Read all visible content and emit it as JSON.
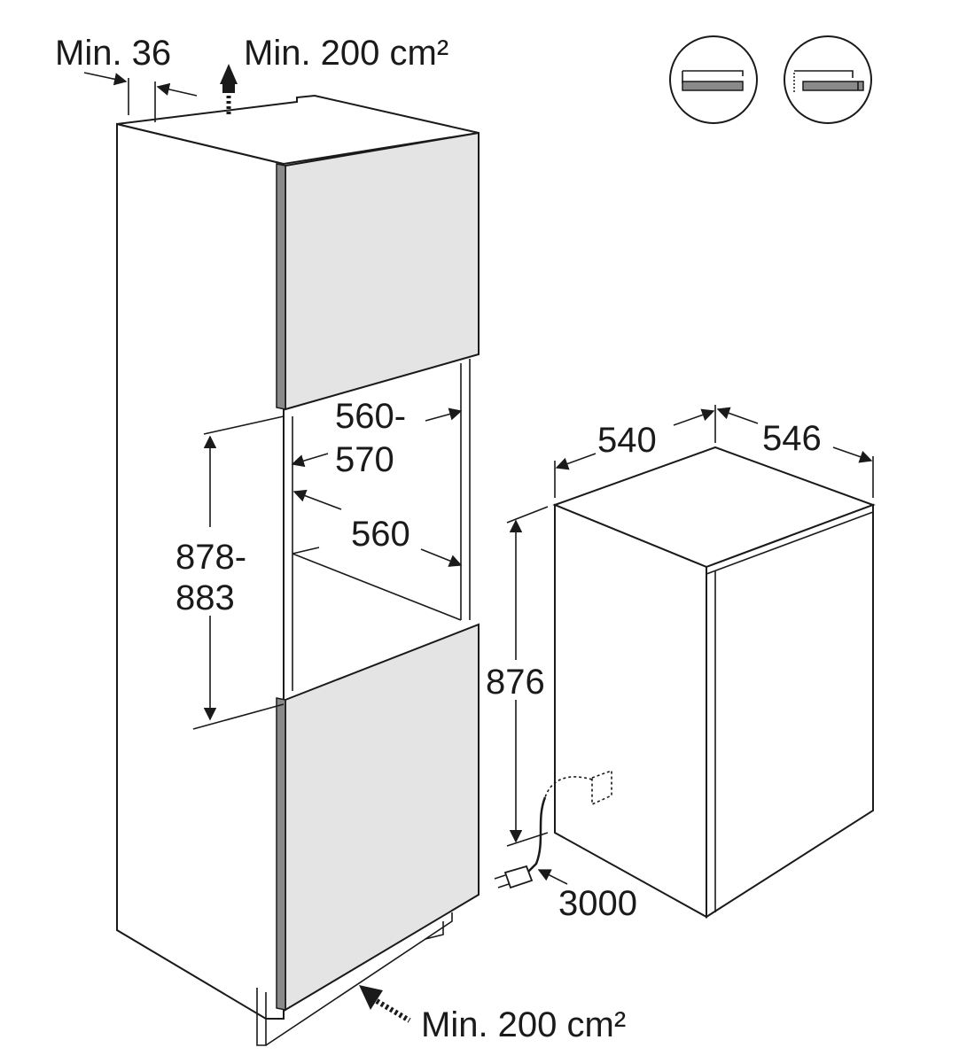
{
  "labels": {
    "min_36": "Min. 36",
    "vent_top": "Min. 200 cm²",
    "vent_bottom": "Min. 200 cm²",
    "niche_width_l1": "560-",
    "niche_width_l2": "570",
    "niche_depth": "560",
    "niche_height_l1": "878-",
    "niche_height_l2": "883",
    "appliance_width": "540",
    "appliance_depth": "546",
    "appliance_height": "876",
    "cable_length": "3000"
  },
  "icons": [
    "flat-door-hinge-icon",
    "sliding-door-hinge-icon"
  ],
  "colors": {
    "line": "#1a1a1a",
    "door_panel": "#e4e4e4",
    "door_edge": "#8a8a8a"
  }
}
